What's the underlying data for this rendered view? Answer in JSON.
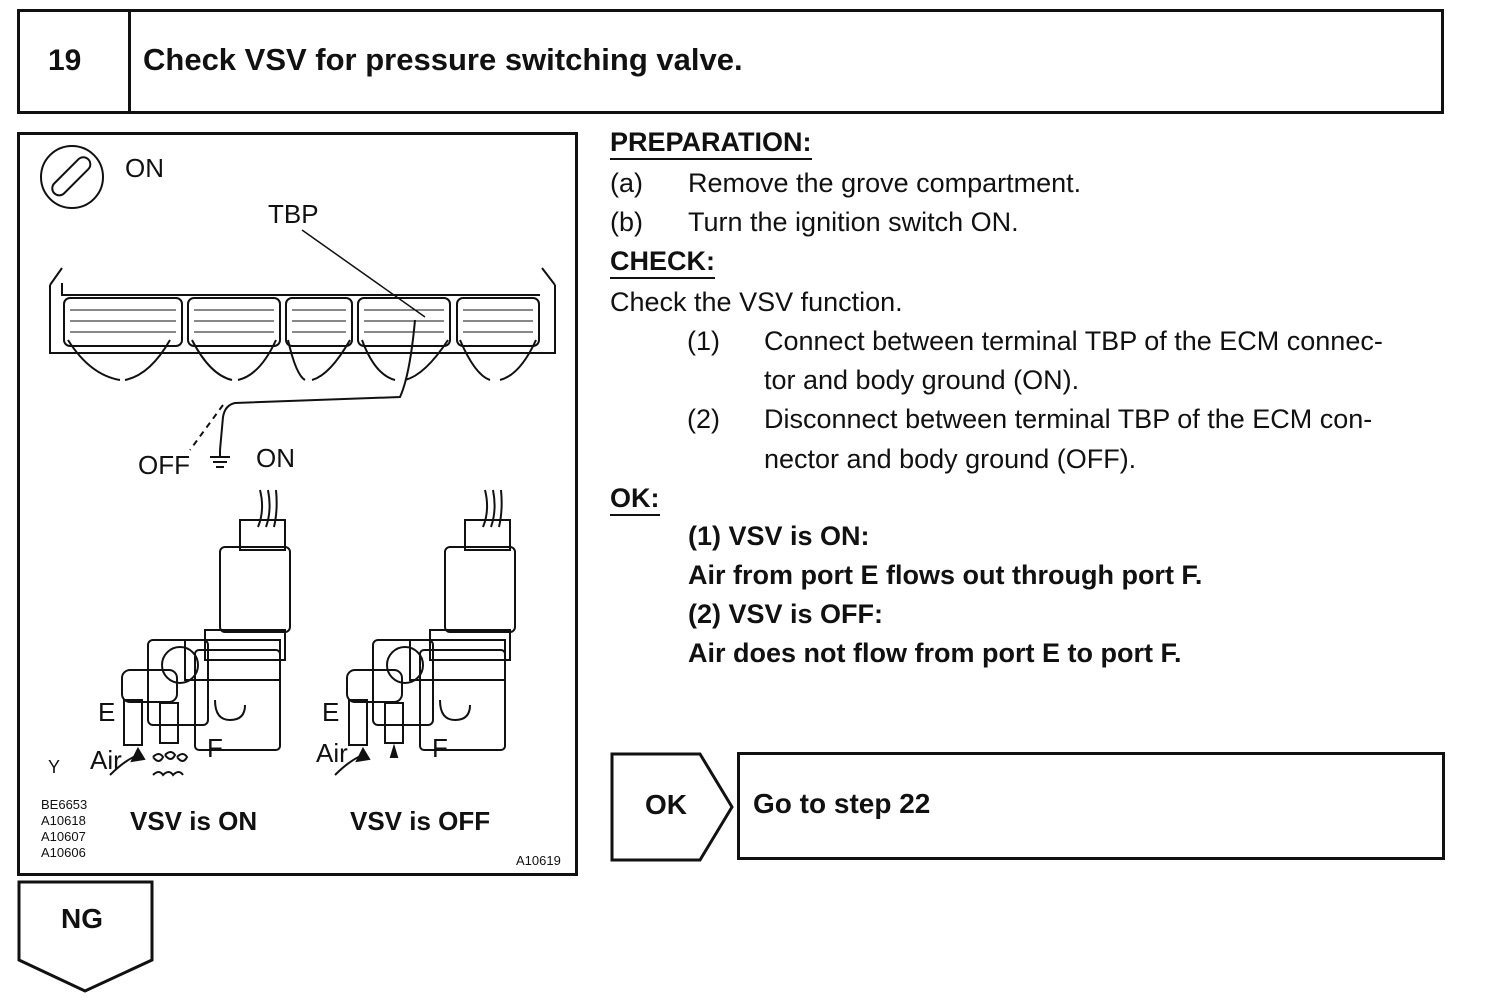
{
  "step": {
    "number": "19",
    "title": "Check VSV for pressure switching valve."
  },
  "figure": {
    "ignition_label": "ON",
    "tbp_label": "TBP",
    "off_label": "OFF",
    "on_label": "ON",
    "port_e": "E",
    "port_f": "F",
    "air": "Air",
    "y_mark": "Y",
    "vsv_on": "VSV is ON",
    "vsv_off": "VSV is OFF",
    "codes": [
      "BE6653",
      "A10618",
      "A10607",
      "A10606"
    ],
    "figure_code": "A10619",
    "icons": [
      "ignition-switch-icon",
      "ground-icon",
      "ecm-connector-icon",
      "vsv-icon"
    ]
  },
  "preparation": {
    "heading": "PREPARATION:",
    "items": [
      {
        "mark": "(a)",
        "text": "Remove the grove compartment."
      },
      {
        "mark": "(b)",
        "text": "Turn the ignition switch ON."
      }
    ]
  },
  "check": {
    "heading": "CHECK:",
    "intro": "Check the VSV function.",
    "items": [
      {
        "mark": "(1)",
        "line1": "Connect between terminal TBP of the ECM connec-",
        "line2": "tor and body ground (ON)."
      },
      {
        "mark": "(2)",
        "line1": "Disconnect between terminal TBP of the ECM con-",
        "line2": "nector and body ground (OFF)."
      }
    ]
  },
  "ok": {
    "heading": "OK:",
    "lines": [
      "(1) VSV is ON:",
      "Air from port E flows out through port F.",
      "(2) VSV is OFF:",
      "Air does not flow from port E to port F."
    ]
  },
  "results": {
    "ok_label": "OK",
    "ok_action": "Go to step 22",
    "ng_label": "NG"
  }
}
